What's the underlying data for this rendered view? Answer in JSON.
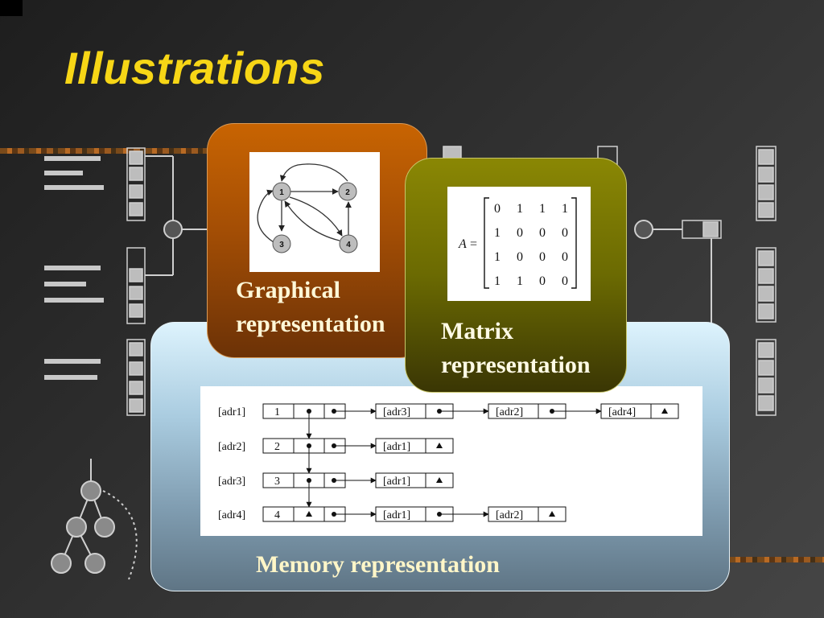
{
  "slide": {
    "title": "Illustrations"
  },
  "graphical": {
    "label_line1": "Graphical",
    "label_line2": "representation",
    "nodes": [
      "1",
      "2",
      "3",
      "4"
    ]
  },
  "matrix": {
    "label_line1": "Matrix",
    "label_line2": "representation",
    "name": "A",
    "equals": "=",
    "rows": [
      [
        "0",
        "1",
        "1",
        "1"
      ],
      [
        "1",
        "0",
        "0",
        "0"
      ],
      [
        "1",
        "0",
        "0",
        "0"
      ],
      [
        "1",
        "1",
        "0",
        "0"
      ]
    ]
  },
  "memory": {
    "label": "Memory representation",
    "rows": [
      {
        "addr": "[adr1]",
        "value": "1",
        "next_nil": false,
        "links": [
          "[adr3]",
          "[adr2]",
          "[adr4]"
        ]
      },
      {
        "addr": "[adr2]",
        "value": "2",
        "next_nil": false,
        "links": [
          "[adr1]"
        ]
      },
      {
        "addr": "[adr3]",
        "value": "3",
        "next_nil": false,
        "links": [
          "[adr1]"
        ]
      },
      {
        "addr": "[adr4]",
        "value": "4",
        "next_nil": true,
        "links": [
          "[adr1]",
          "[adr2]"
        ]
      }
    ]
  },
  "colors": {
    "title": "#f7d616",
    "graph_box": "#c86402",
    "matrix_box": "#7a7803",
    "memory_box": "#aacce0"
  }
}
